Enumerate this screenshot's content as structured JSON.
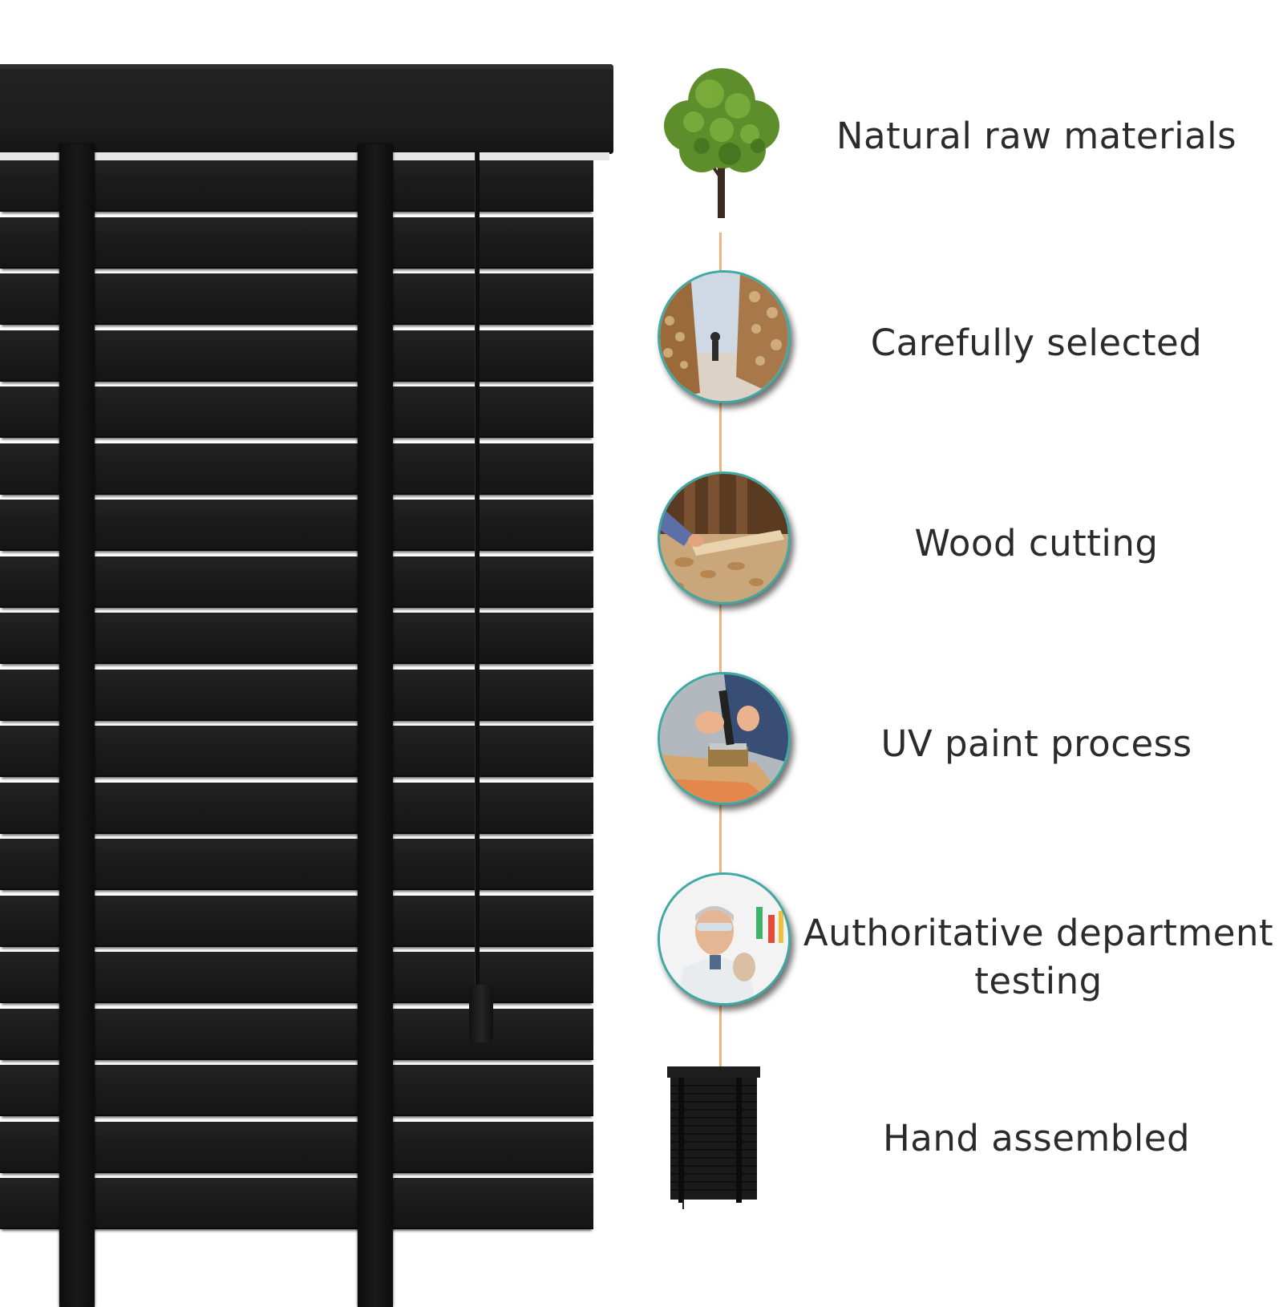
{
  "steps": [
    {
      "label": "Natural raw materials",
      "icon": "tree-icon"
    },
    {
      "label": "Carefully selected",
      "icon": "log-stacks-photo-icon"
    },
    {
      "label": "Wood cutting",
      "icon": "wood-cutting-photo-icon"
    },
    {
      "label": "UV paint process",
      "icon": "paint-brush-photo-icon"
    },
    {
      "label": "Authoritative department testing",
      "icon": "lab-tester-photo-icon"
    },
    {
      "label": "Hand assembled",
      "icon": "assembled-blind-icon"
    }
  ],
  "colors": {
    "blind": "#1c1c1c",
    "timeline": "#f0b483",
    "icon_border": "#3fa9a3",
    "text": "#2b2b2b"
  }
}
